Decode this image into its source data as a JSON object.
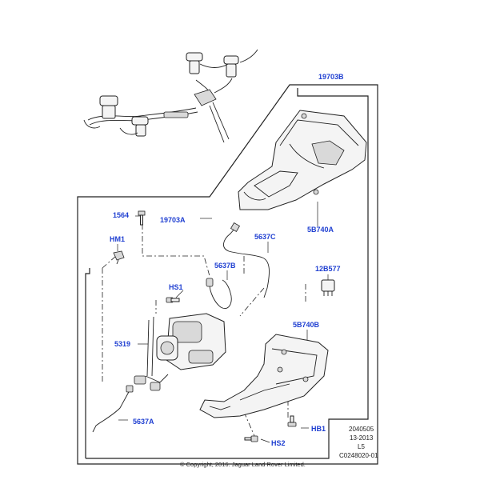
{
  "callouts": {
    "c19703B": "19703B",
    "c1564": "1564",
    "c19703A": "19703A",
    "c5B740A": "5B740A",
    "cHM1": "HM1",
    "c5637C": "5637C",
    "c5637B": "5637B",
    "c12B577": "12B577",
    "cHS1": "HS1",
    "c5B740B": "5B740B",
    "c5319": "5319",
    "c5637A": "5637A",
    "cHB1": "HB1",
    "cHS2": "HS2"
  },
  "meta": {
    "line1": "2040505",
    "line2": "13-2013",
    "line3": "L5",
    "line4": "C0248020-01"
  },
  "copyright": "© Copyright, 2016. Jaguar Land Rover Limited.",
  "colors": {
    "callout": "#1f3fd1",
    "ink": "#222222"
  }
}
